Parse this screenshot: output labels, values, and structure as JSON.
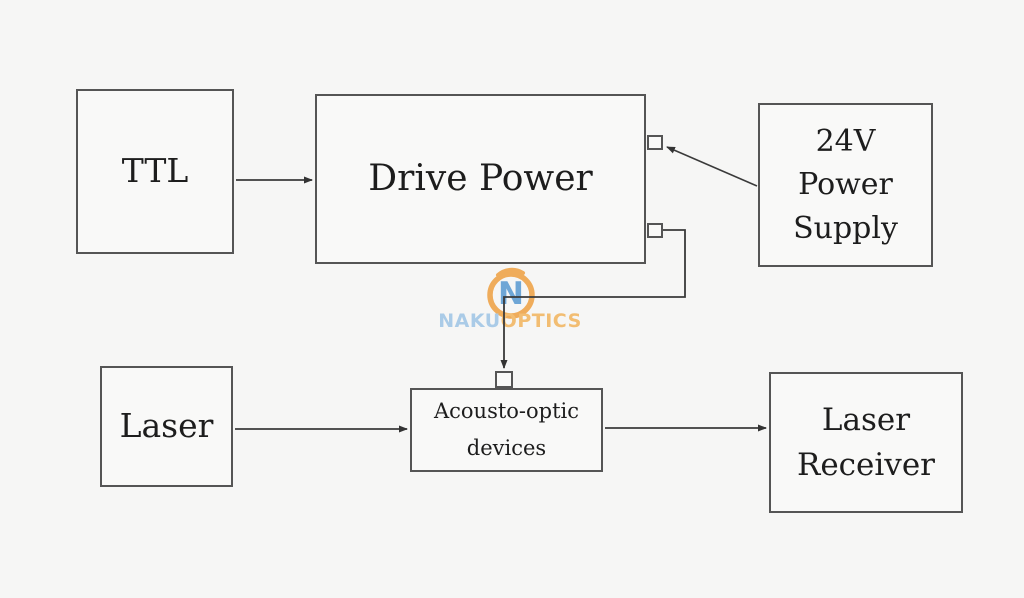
{
  "nodes": {
    "ttl": {
      "label": "TTL"
    },
    "drive_power": {
      "label": "Drive Power"
    },
    "power_supply": {
      "line1": "24V",
      "line2": "Power",
      "line3": "Supply"
    },
    "laser": {
      "label": "Laser"
    },
    "acousto_optic": {
      "line1": "Acousto-optic",
      "line2": "devices"
    },
    "laser_receiver": {
      "line1": "Laser",
      "line2": "Receiver"
    }
  },
  "watermark": {
    "monogram": "N",
    "name_left": "NAKU",
    "name_right": "OPTICS",
    "ring_color": "#efac5b",
    "monogram_color": "#6ea6d6",
    "name_left_color": "#aacbe7",
    "name_right_color": "#f2bd72"
  },
  "colors": {
    "background": "#f6f6f5",
    "node_fill": "#f9f9f8",
    "node_border": "#555555",
    "line": "#3a3a3a",
    "text": "#1d1d1d"
  }
}
